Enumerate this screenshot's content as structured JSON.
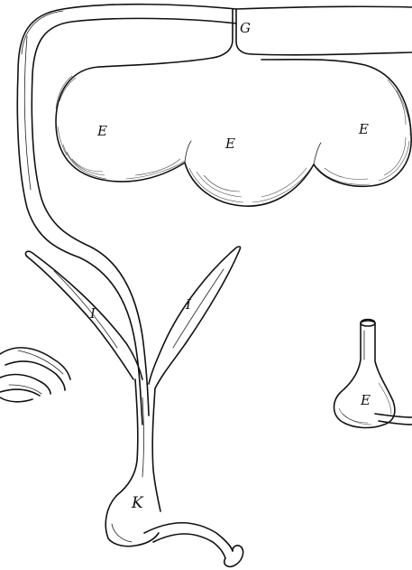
{
  "figure": {
    "labels": {
      "g": "G",
      "e1": "E",
      "e2": "E",
      "e3": "E",
      "i_left": "I",
      "i_right": "I",
      "k": "K",
      "e_small": "E"
    },
    "ink_color": "#111111",
    "paper_color": "#ffffff"
  }
}
